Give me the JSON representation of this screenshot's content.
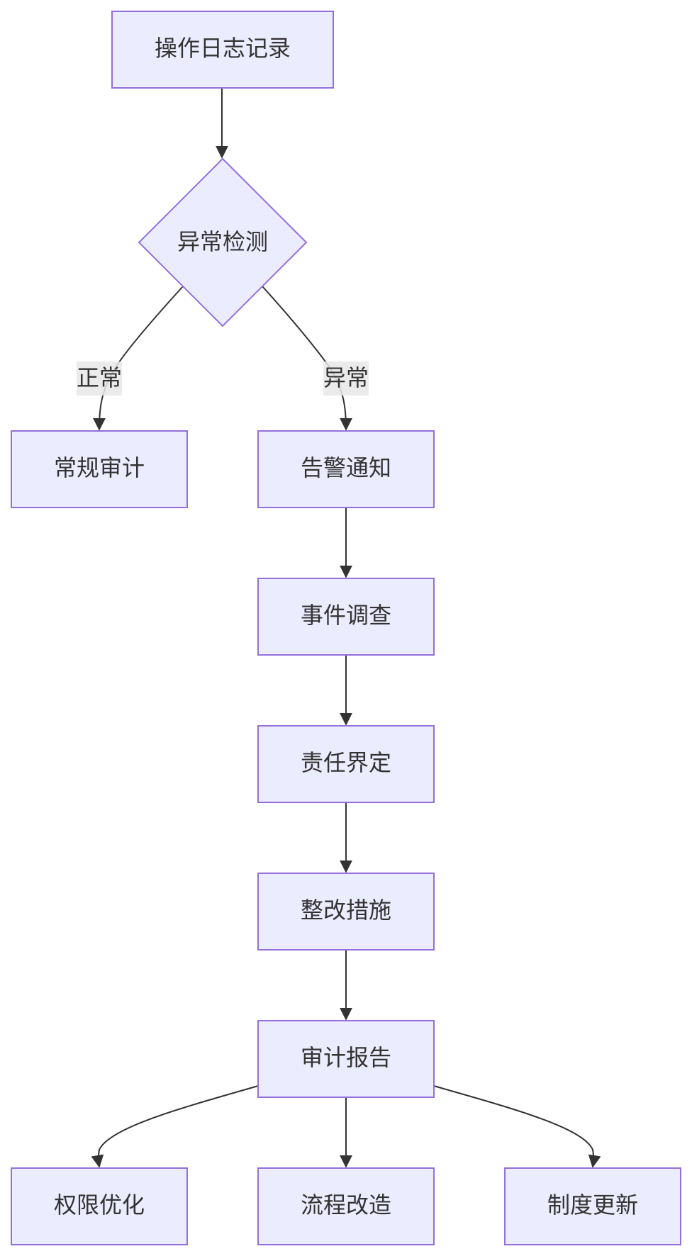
{
  "diagram": {
    "nodes": {
      "log": {
        "label": "操作日志记录"
      },
      "detect": {
        "label": "异常检测"
      },
      "routine": {
        "label": "常规审计"
      },
      "alert": {
        "label": "告警通知"
      },
      "investigate": {
        "label": "事件调查"
      },
      "responsibility": {
        "label": "责任界定"
      },
      "rectify": {
        "label": "整改措施"
      },
      "report": {
        "label": "审计报告"
      },
      "permission": {
        "label": "权限优化"
      },
      "process": {
        "label": "流程改造"
      },
      "policy": {
        "label": "制度更新"
      }
    },
    "edges": {
      "normal": {
        "label": "正常"
      },
      "abnormal": {
        "label": "异常"
      }
    }
  },
  "colors": {
    "node_fill": "#ececff",
    "node_stroke": "#9370db",
    "edge": "#333333",
    "text": "#333333",
    "label_bg": "#e8e8e8"
  }
}
